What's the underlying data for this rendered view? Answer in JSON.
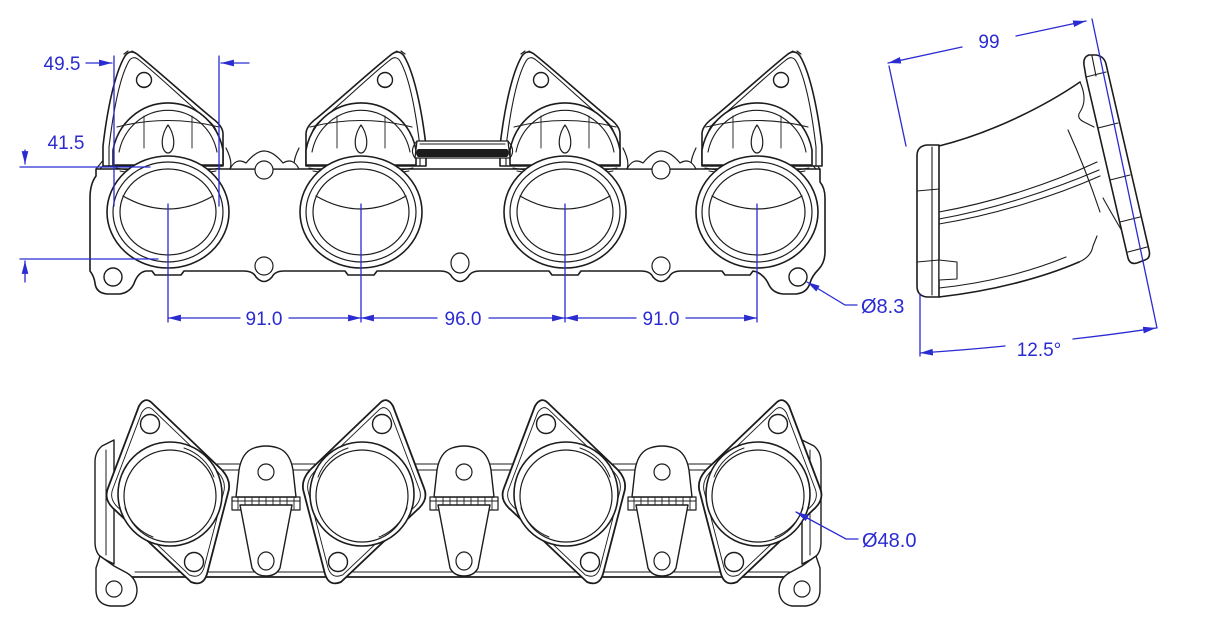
{
  "colors": {
    "background": "#ffffff",
    "linework": "#1c1c1c",
    "dimension_blue": "#2b2bd2"
  },
  "views": {
    "front": {
      "dims": {
        "bell_width": "49.5",
        "face_height": "41.5",
        "port_pitch_left": "91.0",
        "port_pitch_center": "96.0",
        "port_pitch_right": "91.0",
        "corner_hole_dia": "Ø8.3"
      }
    },
    "side": {
      "dims": {
        "depth": "99",
        "flange_angle": "12.5°"
      }
    },
    "bottom": {
      "dims": {
        "port_bore_dia": "Ø48.0"
      }
    }
  }
}
